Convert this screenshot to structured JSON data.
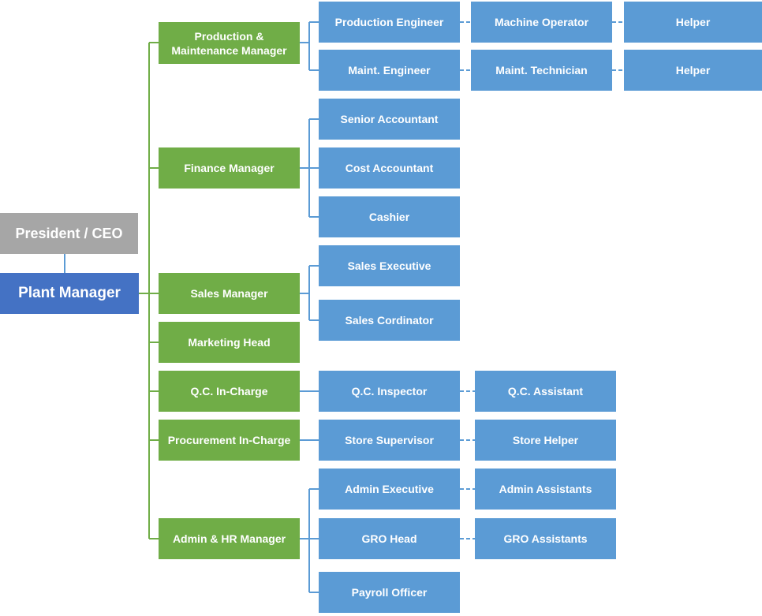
{
  "org_chart": {
    "president": "President / CEO",
    "plant_manager": "Plant Manager",
    "managers": {
      "production": "Production  &\nMaintenance Manager",
      "finance": "Finance Manager",
      "sales": "Sales Manager",
      "marketing": "Marketing Head",
      "qc": "Q.C.  In-Charge",
      "procurement": "Procurement  In-Charge",
      "admin": "Admin & HR Manager"
    },
    "staff": {
      "production_engineer": "Production  Engineer",
      "machine_operator": "Machine Operator",
      "helper_1": "Helper",
      "maint_engineer": "Maint. Engineer",
      "maint_technician": "Maint.  Technician",
      "helper_2": "Helper",
      "senior_accountant": "Senior Accountant",
      "cost_accountant": "Cost Accountant",
      "cashier": "Cashier",
      "sales_executive": "Sales Executive",
      "sales_cordinator": "Sales Cordinator",
      "qc_inspector": "Q.C. Inspector",
      "qc_assistant": "Q.C. Assistant",
      "store_supervisor": "Store Supervisor",
      "store_helper": "Store Helper",
      "admin_executive": "Admin Executive",
      "admin_assistants": "Admin Assistants",
      "gro_head": "GRO Head",
      "gro_assistants": "GRO Assistants",
      "payroll_officer": "Payroll Officer"
    }
  },
  "colors": {
    "president_box": "#a6a6a6",
    "plant_manager_box": "#4472c4",
    "manager_box": "#70ad47",
    "staff_box": "#5b9bd5",
    "manager_connector": "#70ad47",
    "staff_connector": "#5b9bd5"
  }
}
